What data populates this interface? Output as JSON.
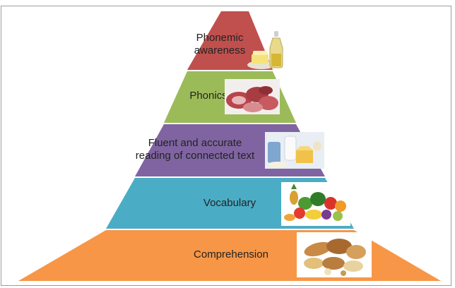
{
  "pyramid": {
    "levels": [
      {
        "label_lines": [
          "Phonemic",
          "awareness"
        ],
        "color": "#c0504d",
        "image_icon": "oil-and-butter-icon"
      },
      {
        "label_lines": [
          "Phonics"
        ],
        "color": "#9bbb59",
        "image_icon": "meat-icon"
      },
      {
        "label_lines": [
          "Fluent and accurate",
          "reading of connected text"
        ],
        "color": "#8064a2",
        "image_icon": "dairy-icon"
      },
      {
        "label_lines": [
          "Vocabulary"
        ],
        "color": "#4bacc6",
        "image_icon": "fruits-vegetables-icon"
      },
      {
        "label_lines": [
          "Comprehension"
        ],
        "color": "#f79646",
        "image_icon": "bread-grains-icon"
      }
    ]
  }
}
